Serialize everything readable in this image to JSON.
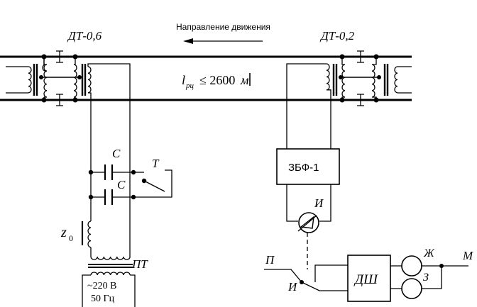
{
  "direction_label": "Направление движения",
  "left_transformer": {
    "label": "ДТ-0,6"
  },
  "right_transformer": {
    "label": "ДТ-0,2"
  },
  "track_length": {
    "symbol": "l",
    "subscript": "рц",
    "relation": "≤ 2600",
    "unit": "м"
  },
  "capacitor_1": {
    "label": "С"
  },
  "capacitor_2": {
    "label": "С"
  },
  "contact_t": {
    "label": "Т"
  },
  "resistor_z0": {
    "label": "z",
    "subscript": "0"
  },
  "power_transformer": {
    "label": "ПТ",
    "supply_voltage": "~220 В",
    "supply_frequency": "50 Гц"
  },
  "filter_block": {
    "label": "ЗБФ-1"
  },
  "indicator": {
    "label": "И"
  },
  "relay": {
    "label": "ДШ"
  },
  "relay_input": {
    "label": "П"
  },
  "relay_contact": {
    "label": "И"
  },
  "lamp_top": {
    "label": "Ж"
  },
  "lamp_bottom": {
    "label": "З"
  },
  "output": {
    "label": "М"
  }
}
